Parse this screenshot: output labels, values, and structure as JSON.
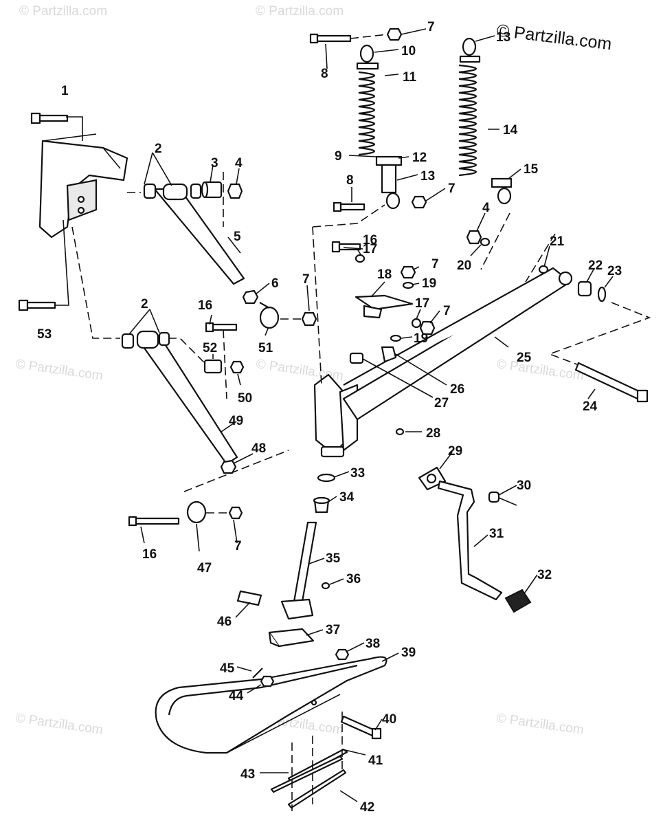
{
  "copyright": "© Partzilla.com",
  "watermarks": [
    "© Partzilla.com",
    "© Partzilla.com",
    "© Partzilla.com",
    "© Partzilla.com",
    "© Partzilla.com",
    "© Partzilla.com",
    "© Partzilla.com",
    "© Partzilla.com"
  ],
  "part_labels": [
    "1",
    "2",
    "3",
    "4",
    "5",
    "6",
    "7",
    "8",
    "9",
    "10",
    "11",
    "12",
    "13",
    "14",
    "15",
    "16",
    "17",
    "18",
    "19",
    "20",
    "21",
    "22",
    "23",
    "24",
    "25",
    "26",
    "27",
    "28",
    "29",
    "30",
    "31",
    "32",
    "33",
    "34",
    "35",
    "36",
    "37",
    "38",
    "39",
    "40",
    "41",
    "42",
    "43",
    "44",
    "45",
    "46",
    "47",
    "48",
    "49",
    "50",
    "51",
    "52",
    "53"
  ],
  "colors": {
    "line": "#111111",
    "watermark": "#d9d9d9",
    "background": "#ffffff"
  }
}
